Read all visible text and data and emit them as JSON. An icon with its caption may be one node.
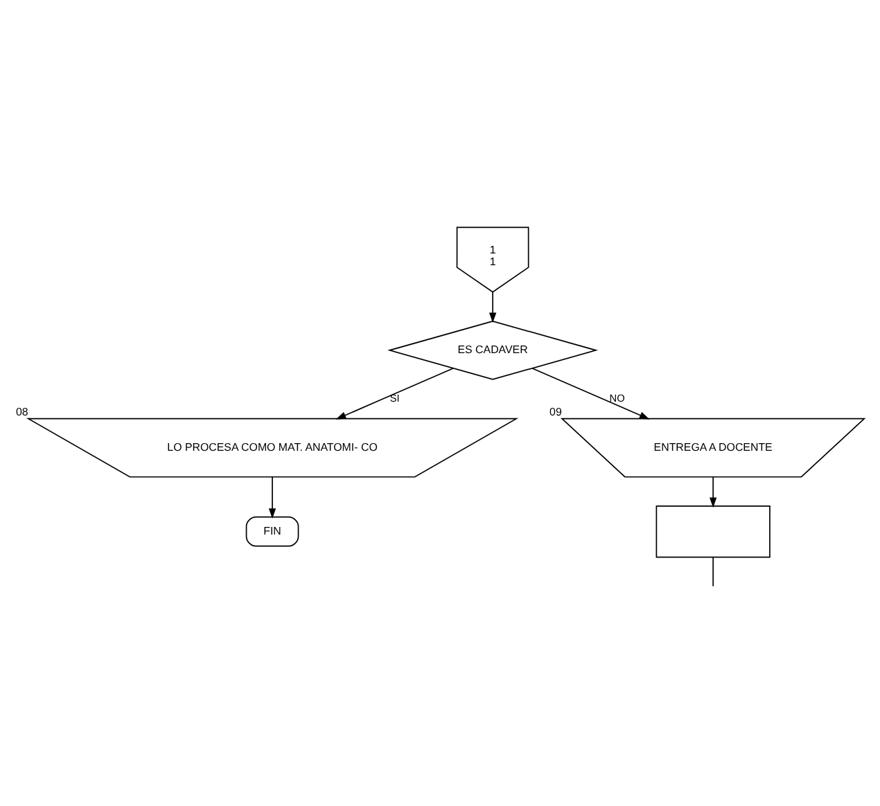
{
  "diagram": {
    "nodes": [
      {
        "text": [
          "1",
          "1"
        ]
      },
      {
        "text": [
          "ES CADAVER"
        ]
      },
      {
        "text": [
          "LO PROCESA COMO MAT. ANATOMI- CO"
        ],
        "beside": [
          "08"
        ]
      },
      {
        "text": [
          "FIN"
        ]
      },
      {
        "text": [
          "ENTREGA A DOCENTE"
        ],
        "beside": [
          "09"
        ]
      },
      {
        "text": [],
        "shape": "box"
      }
    ],
    "edges": [
      {
        "from": 0,
        "to": 1,
        "arrow": "to"
      },
      {
        "from": 1,
        "to": 2,
        "arrow": "to",
        "label": "SI"
      },
      {
        "from": 1,
        "to": 4,
        "arrow": "to",
        "label": "NO"
      },
      {
        "from": 2,
        "to": 3,
        "arrow": "to"
      },
      {
        "from": 4,
        "to": 5,
        "arrow": "to"
      },
      {
        "from": 5,
        "to": null,
        "arrow": "none"
      }
    ]
  }
}
